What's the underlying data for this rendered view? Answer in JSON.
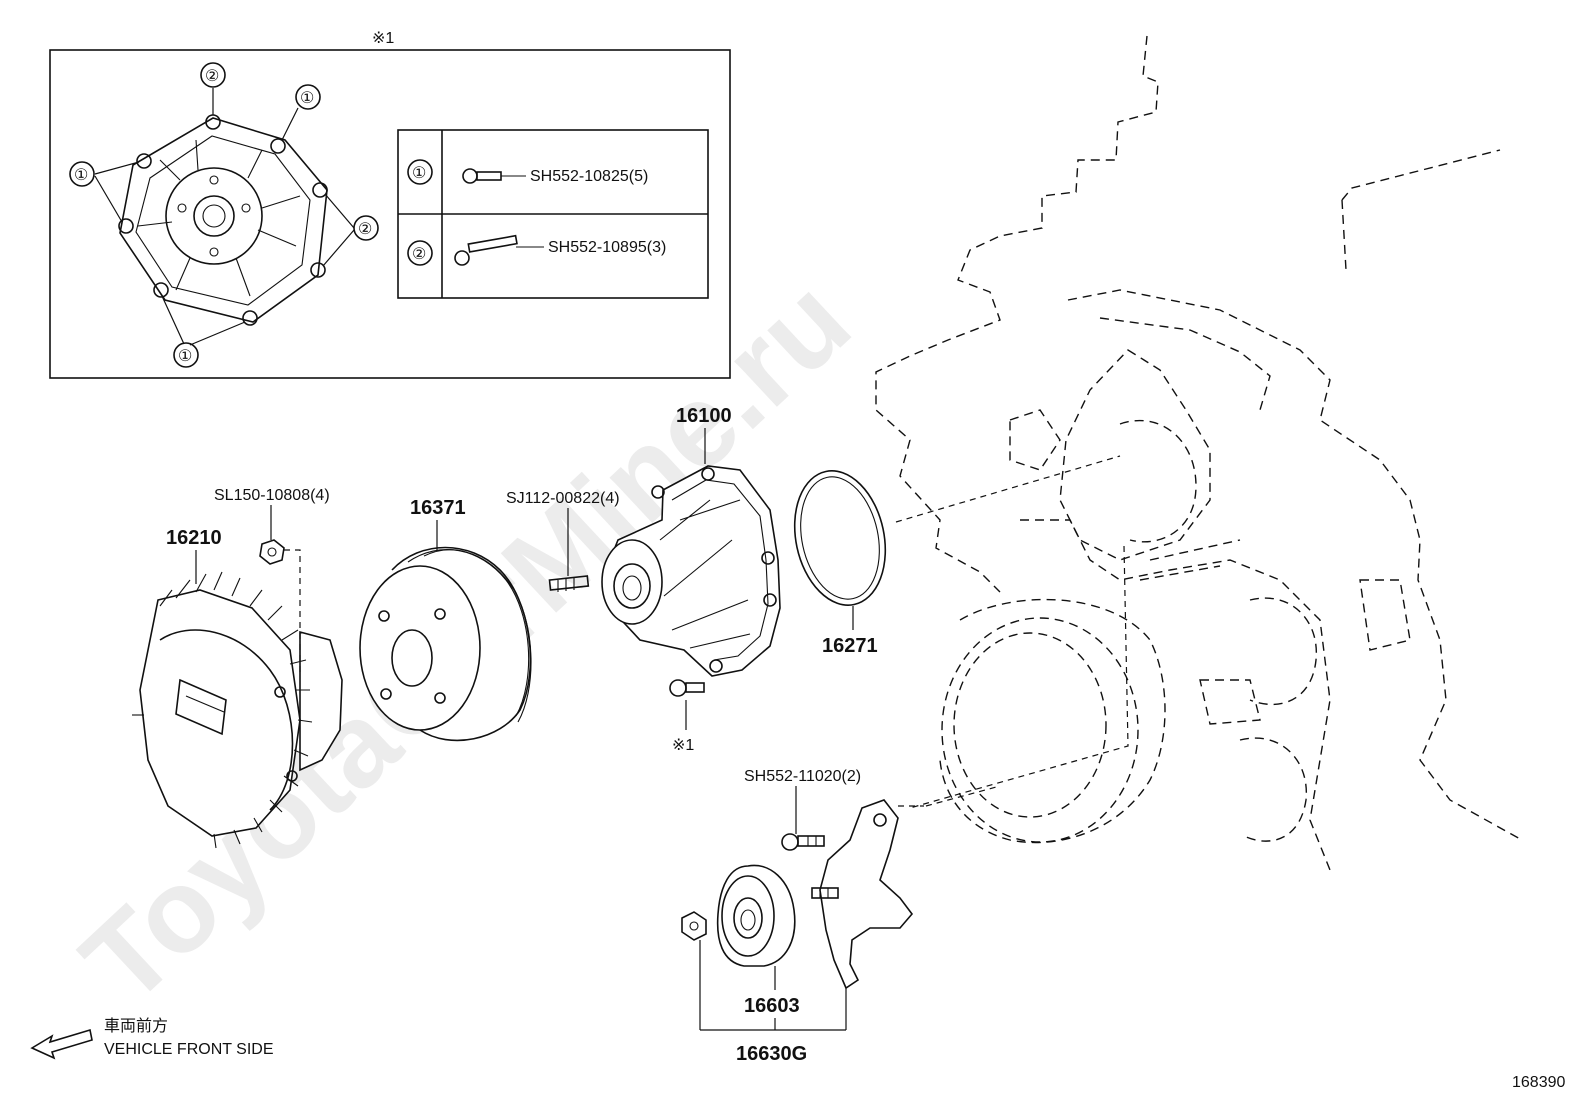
{
  "watermark": "ToyotaCarMine.ru",
  "inset": {
    "header_mark": "※1",
    "legend": [
      {
        "key": "①",
        "part": "SH552-10825(5)"
      },
      {
        "key": "②",
        "part": "SH552-10895(3)"
      }
    ],
    "callouts": {
      "one": "①",
      "two": "②"
    }
  },
  "labels": {
    "fan_coupling": "16210",
    "fan_coupling_nut": "SL150-10808(4)",
    "fan_pulley": "16371",
    "stud": "SJ112-00822(4)",
    "water_pump": "16100",
    "gasket": "16271",
    "pump_bolt_mark": "※1",
    "idler_bolt": "SH552-11020(2)",
    "idler_pulley": "16603",
    "idler_assy": "16630G"
  },
  "front_note": {
    "ja": "車両前方",
    "en": "VEHICLE FRONT SIDE"
  },
  "diagram_id": "168390"
}
